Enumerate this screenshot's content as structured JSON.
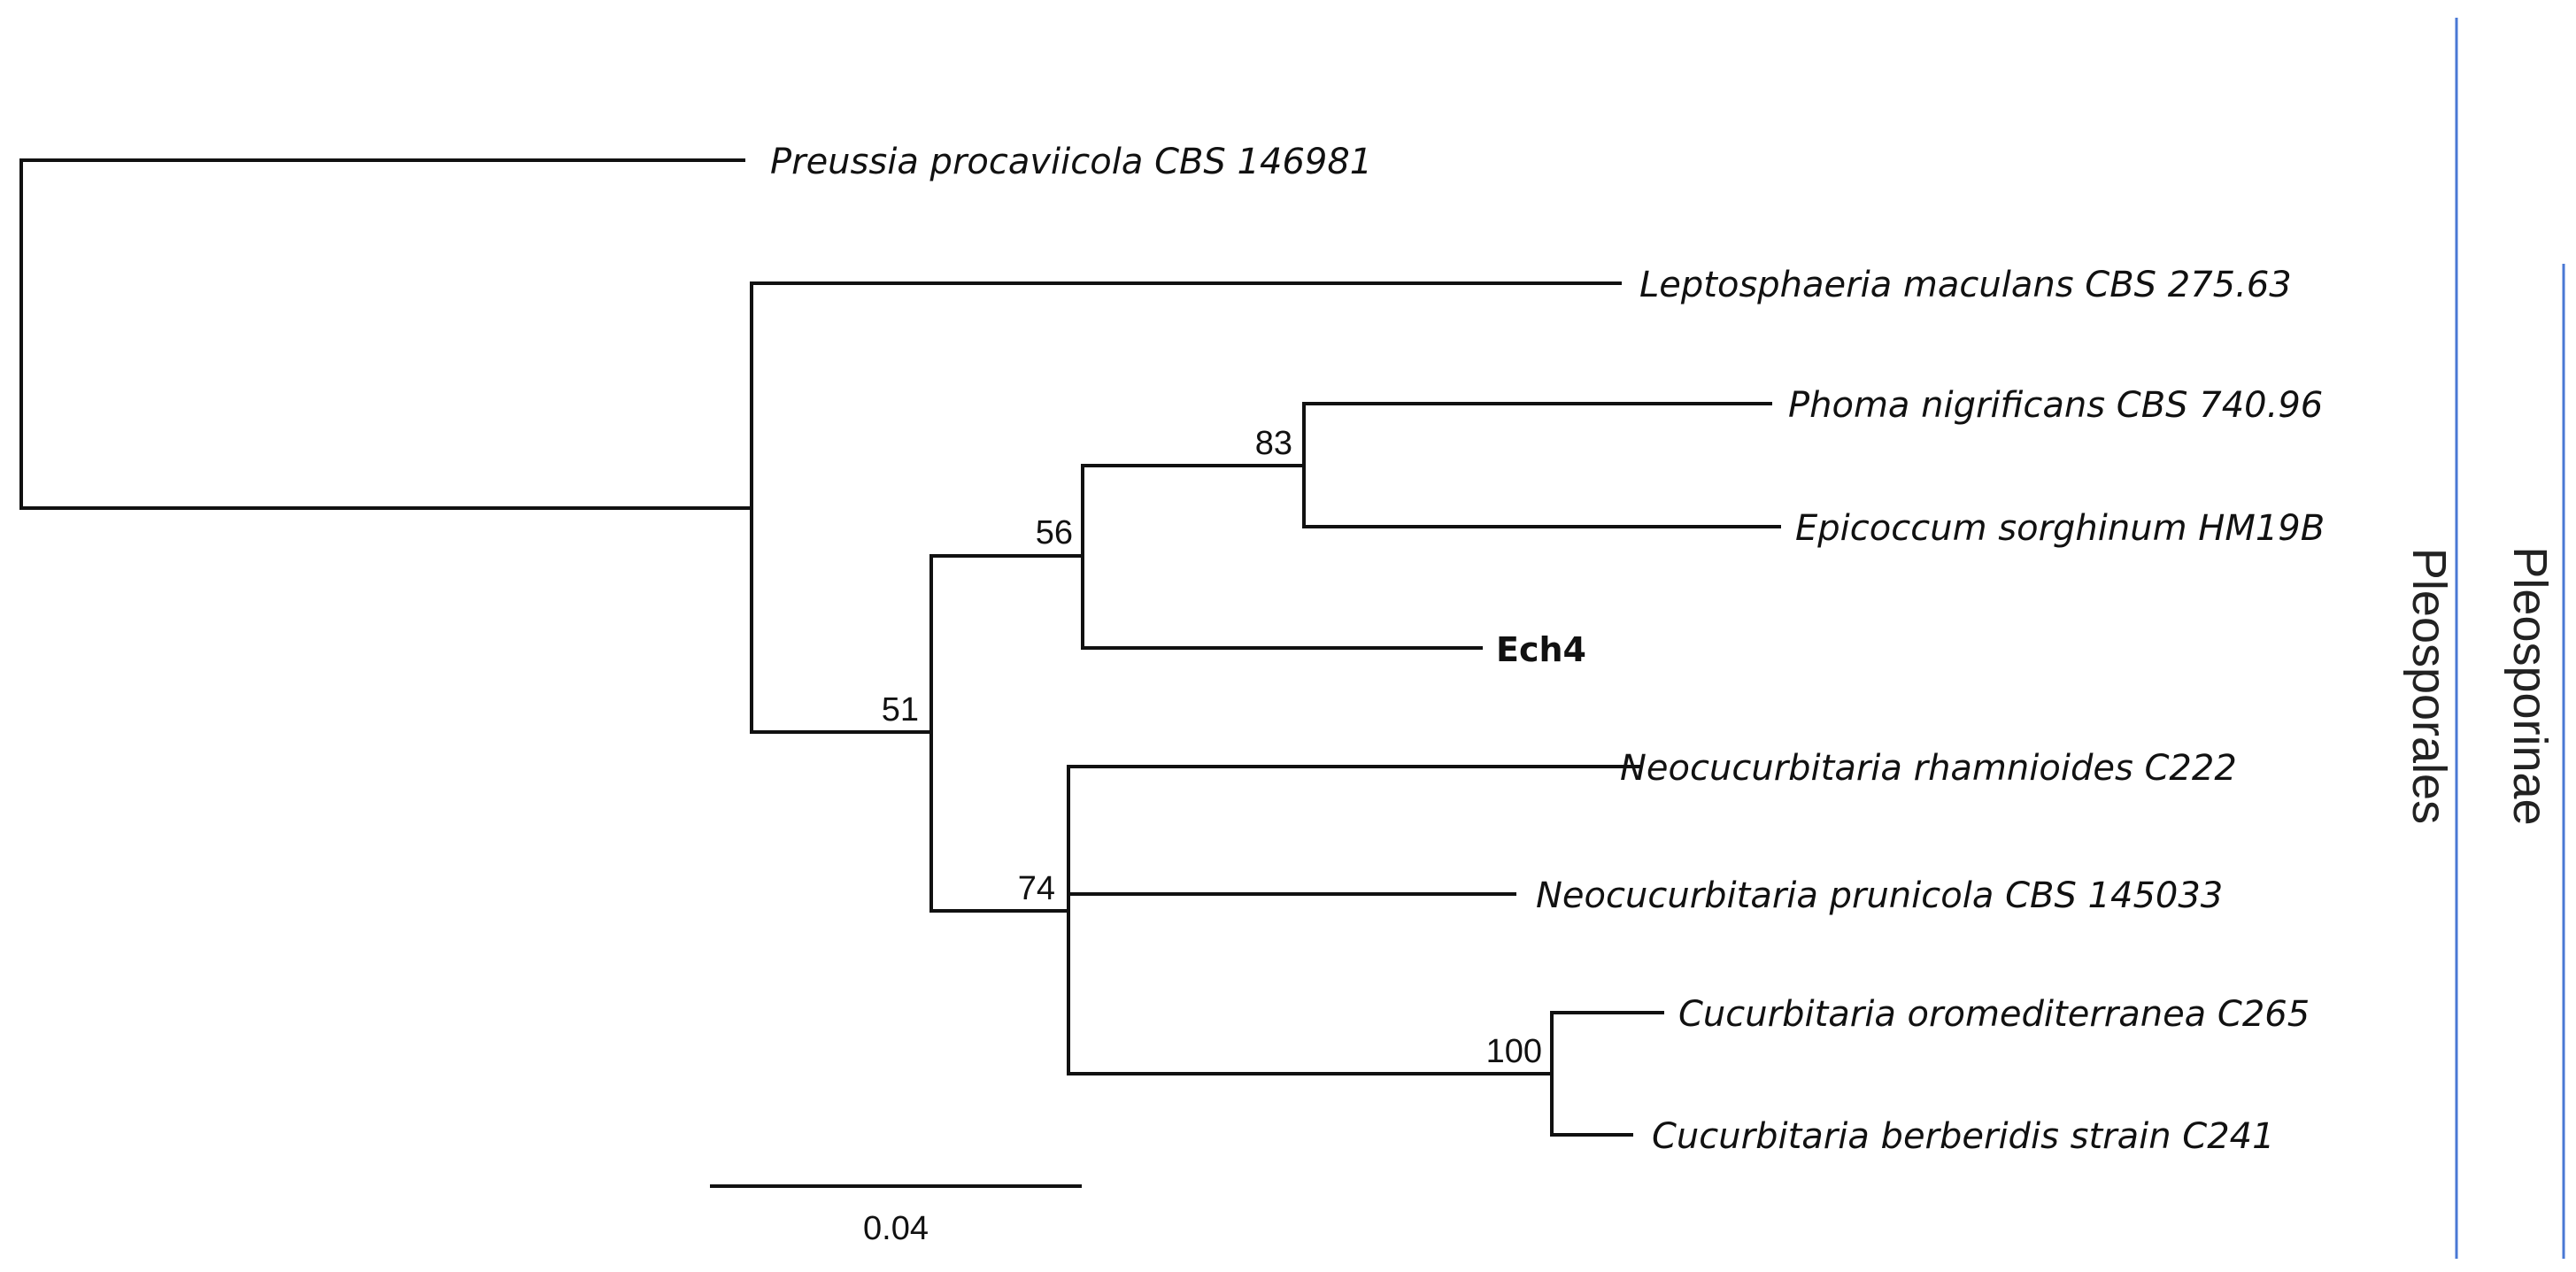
{
  "tree": {
    "taxa": {
      "preussia": "Preussia procaviicola CBS 146981",
      "leptosphaeria": "Leptosphaeria maculans CBS 275.63",
      "phoma": "Phoma nigrificans CBS 740.96",
      "epicoccum": "Epicoccum sorghinum HM19B",
      "ech4": "Ech4",
      "neo_rhamnioides": "Neocucurbitaria rhamnioides C222",
      "neo_prunicola": "Neocucurbitaria prunicola CBS 145033",
      "cuc_oromed": "Cucurbitaria oromediterranea C265",
      "cuc_berberidis": "Cucurbitaria berberidis strain C241"
    },
    "support": {
      "node_83": "83",
      "node_56": "56",
      "node_51": "51",
      "node_74": "74",
      "node_100": "100"
    },
    "scale_bar": {
      "label": "0.04",
      "length": 0.04
    }
  },
  "clades": {
    "pleosporales": "Pleosporales",
    "pleosporinae": "Pleosporinae"
  },
  "colors": {
    "branch": "#111111",
    "clade_bar": "#4a78d4"
  }
}
